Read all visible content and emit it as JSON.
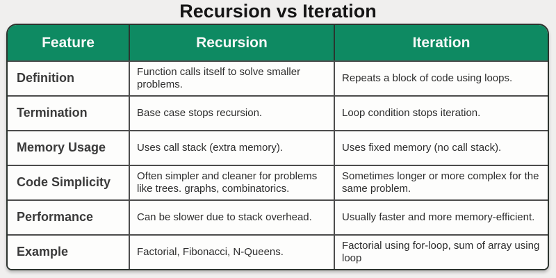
{
  "chart_data": {
    "type": "table",
    "title": "Recursion vs Iteration",
    "columns": [
      "Feature",
      "Recursion",
      "Iteration"
    ],
    "rows": [
      [
        "Definition",
        "Function calls itself to solve smaller problems.",
        "Repeats a block of code using loops."
      ],
      [
        "Termination",
        "Base case stops recursion.",
        "Loop condition stops iteration."
      ],
      [
        "Memory Usage",
        "Uses call stack (extra memory).",
        "Uses fixed memory (no call stack)."
      ],
      [
        "Code Simplicity",
        "Often simpler and cleaner for problems like trees. graphs, combinatorics.",
        "Sometimes longer or more complex for the same problem."
      ],
      [
        "Performance",
        "Can be slower due to stack overhead.",
        "Usually faster and more memory-efficient."
      ],
      [
        "Example",
        "Factorial, Fibonacci, N-Queens.",
        "Factorial using for-loop, sum of array using loop"
      ]
    ],
    "layout": {
      "grid": true,
      "header_position": "top"
    }
  },
  "colors": {
    "header_bg": "#0e8a62",
    "header_text": "#f6f8f7",
    "grid_line": "#4c4c4c",
    "outer_border": "#2c332e",
    "page_bg": "#f0efee",
    "cell_bg": "#fdfdfc",
    "title_text": "#151515",
    "feature_text": "#3a3a3a",
    "cell_text": "#2d2d2d"
  }
}
